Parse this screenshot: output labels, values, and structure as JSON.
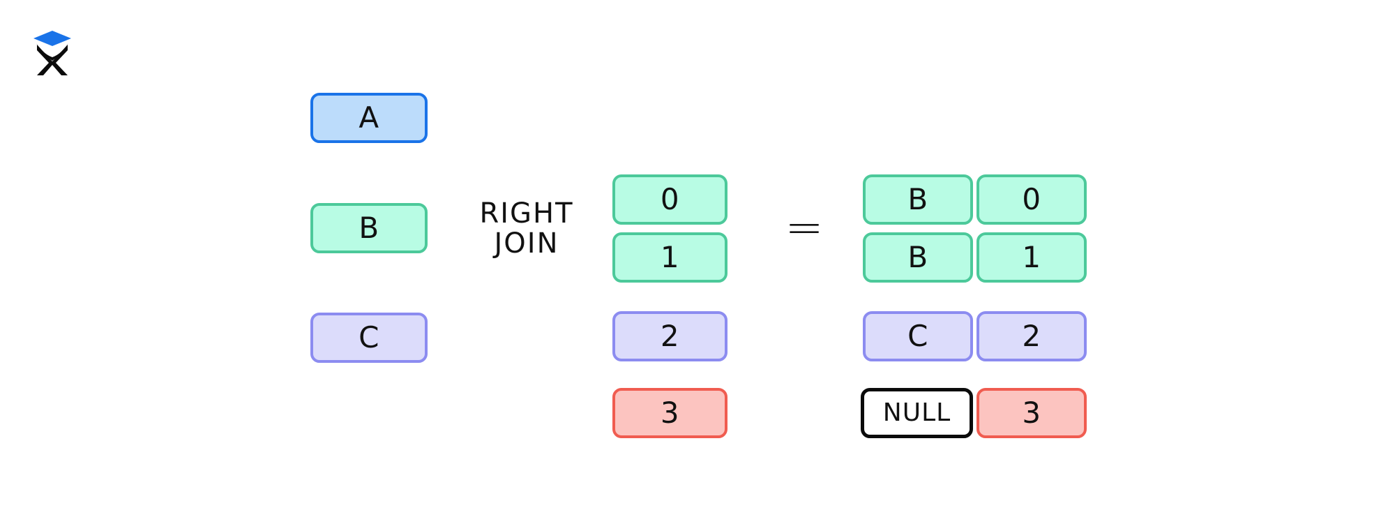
{
  "logo": {
    "name": "graduation-cap-x-logo",
    "cap_color": "#1a73e8",
    "x_color": "#000000"
  },
  "diagram": {
    "title": "RIGHT JOIN",
    "operator_label_line1": "RIGHT",
    "operator_label_line2": "JOIN",
    "equals_symbol": "=",
    "colors": {
      "blue_fill": "#bcdcfb",
      "blue_border": "#1a73e8",
      "green_fill": "#b8fce4",
      "green_border": "#4cc99a",
      "lavender_fill": "#dcdcfb",
      "lavender_border": "#8c8cf0",
      "red_fill": "#fcc4c0",
      "red_border": "#f05c50",
      "white_fill": "#ffffff",
      "black_border": "#0b0b0b"
    },
    "left_table": {
      "name": "left-table",
      "rows": [
        {
          "value": "A",
          "color": "blue"
        },
        {
          "value": "B",
          "color": "green"
        },
        {
          "value": "C",
          "color": "lavender"
        }
      ]
    },
    "right_table": {
      "name": "right-table",
      "rows": [
        {
          "value": "0",
          "color": "green"
        },
        {
          "value": "1",
          "color": "green"
        },
        {
          "value": "2",
          "color": "lavender"
        },
        {
          "value": "3",
          "color": "red"
        }
      ]
    },
    "result_table": {
      "name": "result-table",
      "rows": [
        {
          "left": "B",
          "right": "0",
          "left_color": "green",
          "right_color": "green"
        },
        {
          "left": "B",
          "right": "1",
          "left_color": "green",
          "right_color": "green"
        },
        {
          "left": "C",
          "right": "2",
          "left_color": "lavender",
          "right_color": "lavender"
        },
        {
          "left": "NULL",
          "right": "3",
          "left_color": "white",
          "right_color": "red"
        }
      ]
    }
  }
}
